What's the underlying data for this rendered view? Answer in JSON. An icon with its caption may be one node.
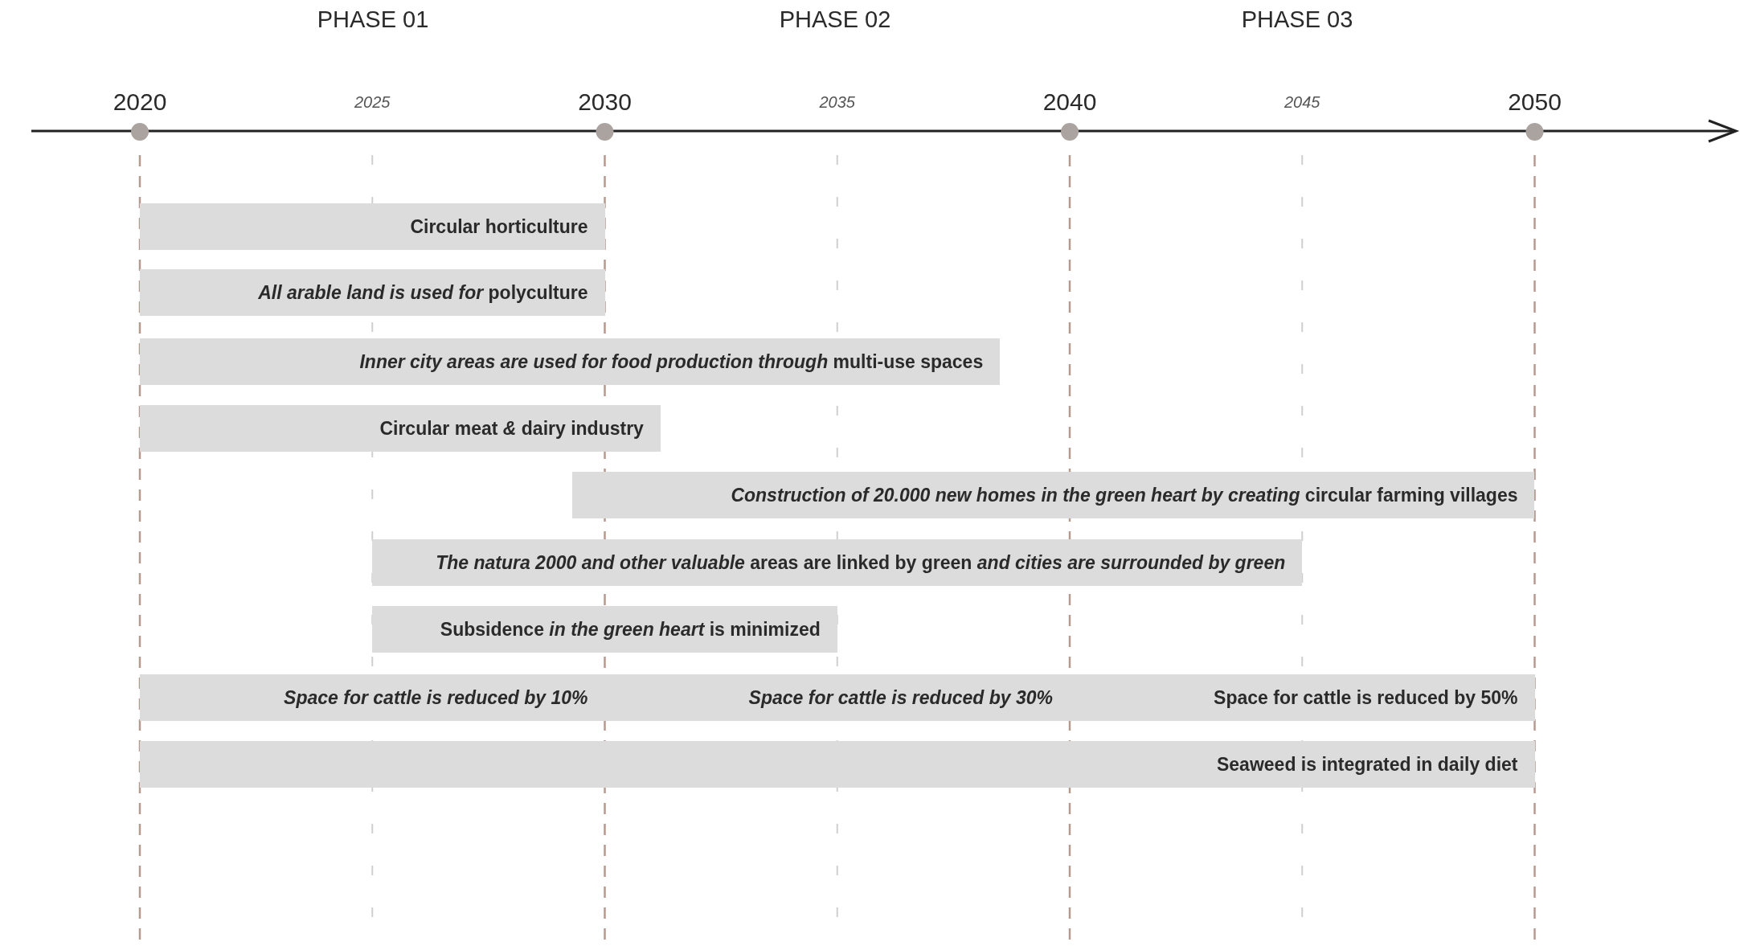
{
  "diagram": {
    "nodes": [
      {
        "text": [
          "Circular horticulture"
        ]
      },
      {
        "text": [
          "*All arable land is used for* polyculture"
        ]
      },
      {
        "text": [
          "*Inner city areas are used for food production through* multi-use spaces"
        ]
      },
      {
        "text": [
          "Circular meat *&* dairy industry"
        ]
      },
      {
        "text": [
          "*Construction of 20.000 new homes in the green heart by creating* circular farming villages"
        ]
      },
      {
        "text": [
          "*The natura 2000 and other valuable* areas are linked by green *and cities are surrounded by green*"
        ]
      },
      {
        "text": [
          "Subsidence *in the green heart* is minimized"
        ]
      },
      {
        "text": [
          "*Space for cattle is reduced by 10%*",
          "*Space for cattle is reduced by 30%*",
          "Space for cattle is reduced by 50%"
        ]
      },
      {
        "text": [
          "Seaweed is integrated in daily diet"
        ]
      }
    ],
    "labels": [
      "PHASE 01",
      "PHASE 02",
      "PHASE 03",
      "2020",
      "2025",
      "2030",
      "2035",
      "2040",
      "2045",
      "2050"
    ]
  }
}
